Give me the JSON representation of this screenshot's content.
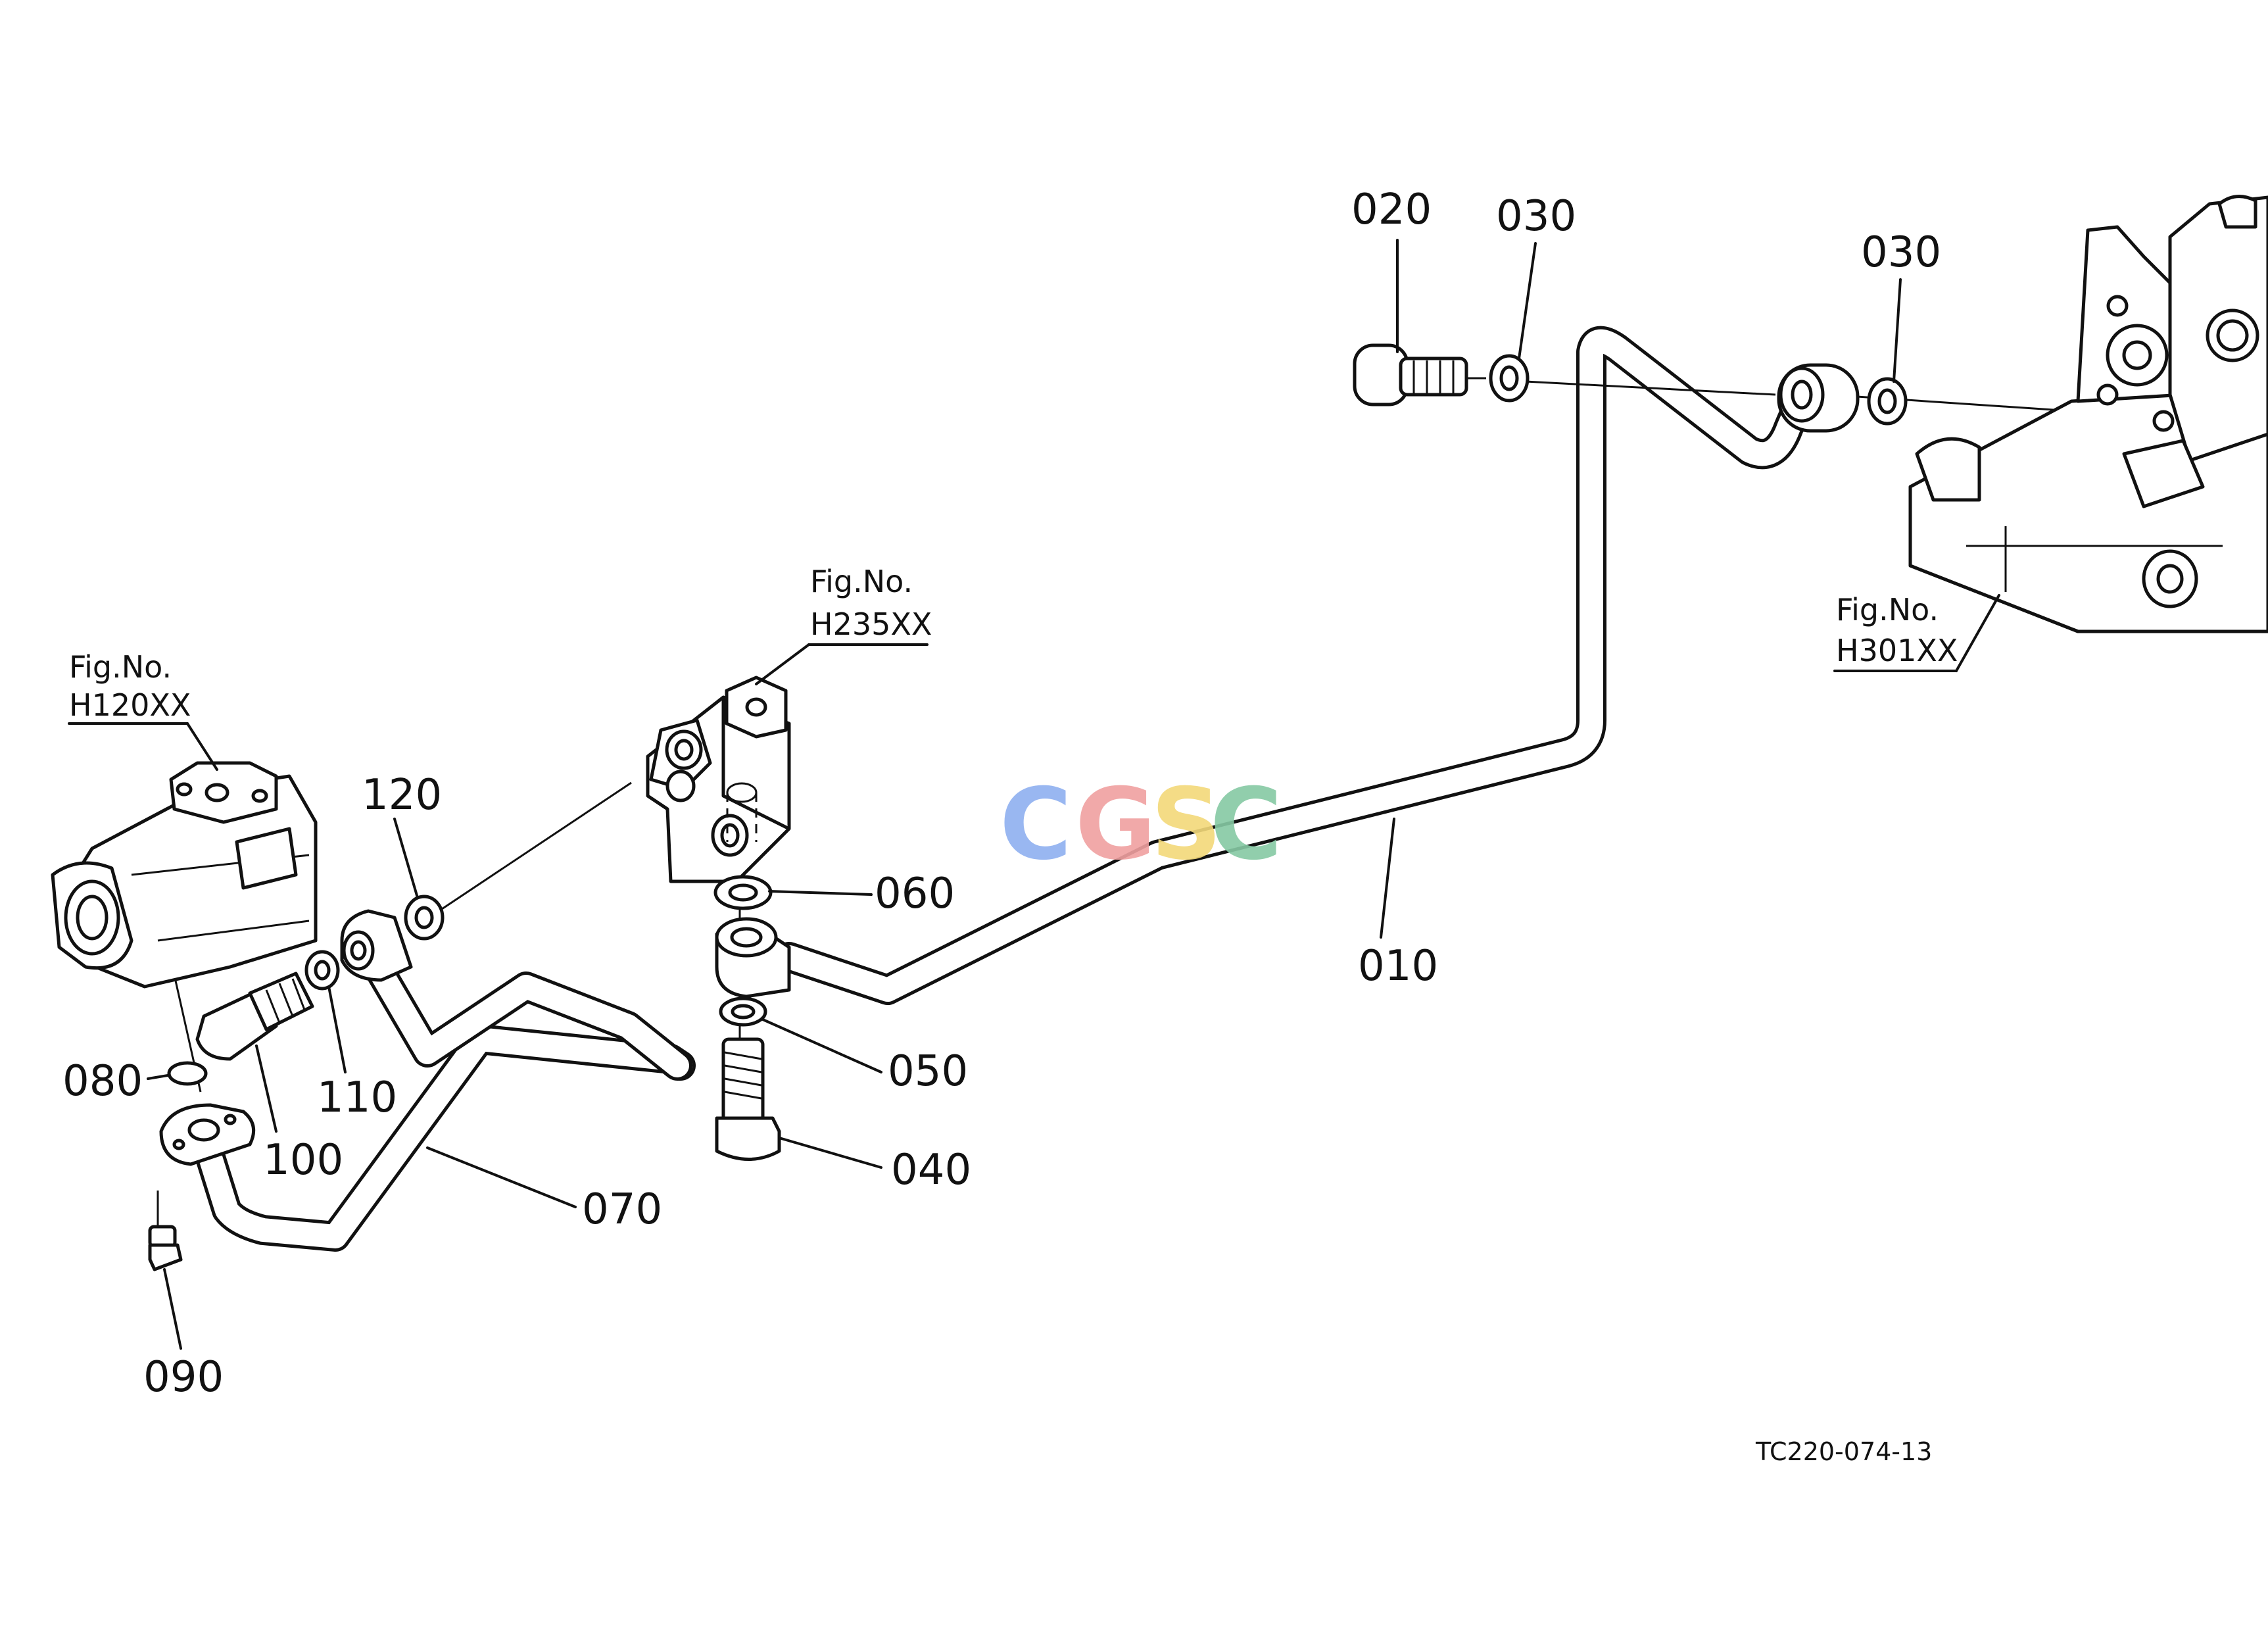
{
  "diagram": {
    "part_numbers": {
      "p010": "010",
      "p020": "020",
      "p030a": "030",
      "p030b": "030",
      "p040": "040",
      "p050": "050",
      "p060": "060",
      "p070": "070",
      "p080": "080",
      "p090": "090",
      "p100": "100",
      "p110": "110",
      "p120": "120"
    },
    "figure_refs": {
      "h120": {
        "caption": "Fig.No.",
        "code": "H120XX"
      },
      "h235": {
        "caption": "Fig.No.",
        "code": "H235XX"
      },
      "h301": {
        "caption": "Fig.No.",
        "code": "H301XX"
      }
    },
    "drawing_code": "TC220-074-13",
    "watermark": {
      "letters": [
        "C",
        "G",
        "S",
        "C"
      ],
      "colors": [
        "#8fb0f0",
        "#f0a0a0",
        "#f3d97a",
        "#86c9a4"
      ]
    }
  }
}
